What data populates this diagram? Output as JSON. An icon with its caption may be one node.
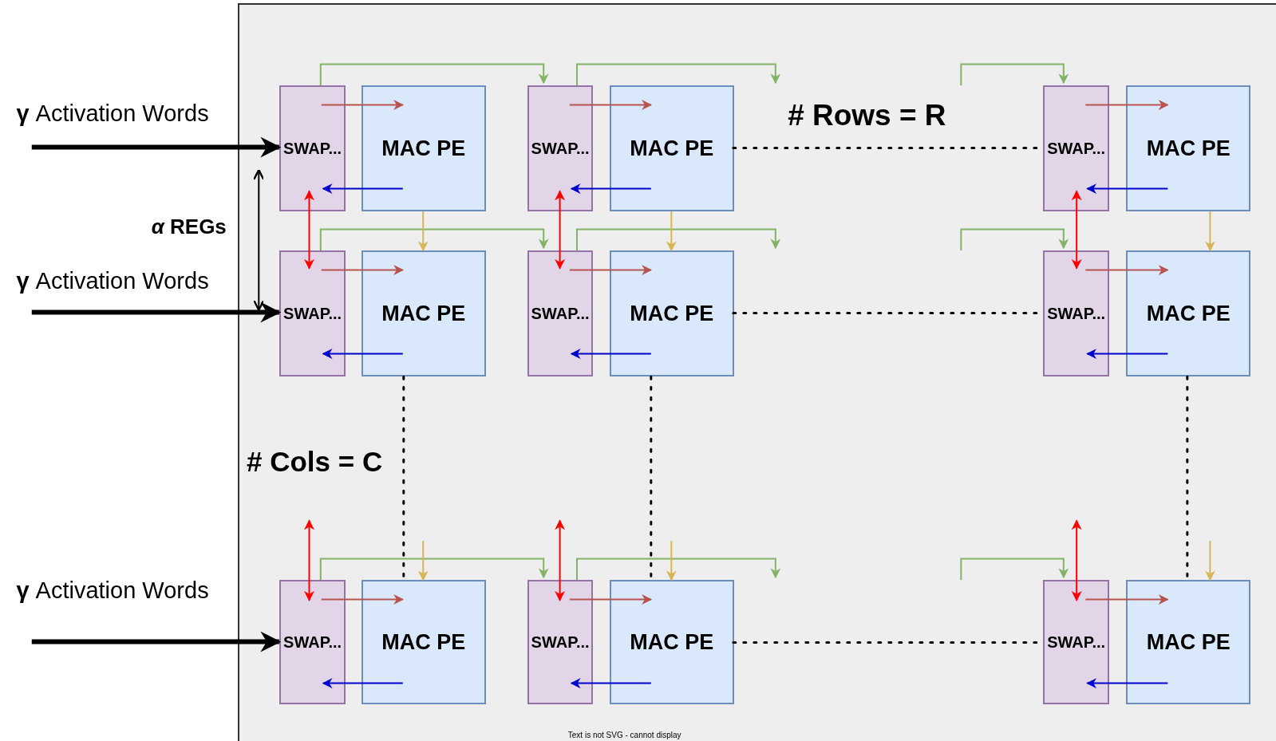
{
  "diagram": {
    "nodes": [
      {
        "text": [
          "SWAP..."
        ]
      },
      {
        "text": [
          "MAC PE"
        ]
      },
      {
        "text": [
          "SWAP..."
        ]
      },
      {
        "text": [
          "MAC PE"
        ]
      },
      {
        "text": [
          "SWAP..."
        ]
      },
      {
        "text": [
          "MAC PE"
        ]
      },
      {
        "text": [
          "SWAP..."
        ]
      },
      {
        "text": [
          "MAC PE"
        ]
      },
      {
        "text": [
          "SWAP..."
        ]
      },
      {
        "text": [
          "MAC PE"
        ]
      },
      {
        "text": [
          "SWAP..."
        ]
      },
      {
        "text": [
          "MAC PE"
        ]
      },
      {
        "text": [
          "SWAP..."
        ]
      },
      {
        "text": [
          "MAC PE"
        ]
      },
      {
        "text": [
          "SWAP..."
        ]
      },
      {
        "text": [
          "MAC PE"
        ]
      },
      {
        "text": [
          "SWAP..."
        ]
      },
      {
        "text": [
          "MAC PE"
        ]
      }
    ],
    "edges": [
      {
        "from": 0,
        "to": 1,
        "arrow": "to",
        "color": "#b85450"
      },
      {
        "from": 2,
        "to": 3,
        "arrow": "to",
        "color": "#b85450"
      },
      {
        "from": 4,
        "to": 5,
        "arrow": "to",
        "color": "#b85450"
      },
      {
        "from": 1,
        "to": 0,
        "arrow": "to",
        "color": "#0000cc"
      },
      {
        "from": 3,
        "to": 2,
        "arrow": "to",
        "color": "#0000cc"
      },
      {
        "from": 5,
        "to": 4,
        "arrow": "to",
        "color": "#0000cc"
      },
      {
        "from": 0,
        "to": 2,
        "arrow": "to",
        "color": "#82b366"
      },
      {
        "from": 2,
        "to": null,
        "arrow": "to",
        "color": "#82b366"
      },
      {
        "from": null,
        "to": 4,
        "arrow": "to",
        "color": "#82b366"
      },
      {
        "from": 3,
        "to": 4,
        "arrow": "none",
        "style": "dashed",
        "color": "#000000"
      },
      {
        "from": null,
        "to": 0,
        "arrow": "to",
        "style": "thick",
        "color": "#000000"
      },
      {
        "from": 6,
        "to": 7,
        "arrow": "to",
        "color": "#b85450"
      },
      {
        "from": 8,
        "to": 9,
        "arrow": "to",
        "color": "#b85450"
      },
      {
        "from": 10,
        "to": 11,
        "arrow": "to",
        "color": "#b85450"
      },
      {
        "from": 7,
        "to": 6,
        "arrow": "to",
        "color": "#0000cc"
      },
      {
        "from": 9,
        "to": 8,
        "arrow": "to",
        "color": "#0000cc"
      },
      {
        "from": 11,
        "to": 10,
        "arrow": "to",
        "color": "#0000cc"
      },
      {
        "from": 6,
        "to": 8,
        "arrow": "to",
        "color": "#82b366"
      },
      {
        "from": 8,
        "to": null,
        "arrow": "to",
        "color": "#82b366"
      },
      {
        "from": null,
        "to": 10,
        "arrow": "to",
        "color": "#82b366"
      },
      {
        "from": 9,
        "to": 10,
        "arrow": "none",
        "style": "dashed",
        "color": "#000000"
      },
      {
        "from": null,
        "to": 6,
        "arrow": "to",
        "style": "thick",
        "color": "#000000"
      },
      {
        "from": 12,
        "to": 13,
        "arrow": "to",
        "color": "#b85450"
      },
      {
        "from": 14,
        "to": 15,
        "arrow": "to",
        "color": "#b85450"
      },
      {
        "from": 16,
        "to": 17,
        "arrow": "to",
        "color": "#b85450"
      },
      {
        "from": 13,
        "to": 12,
        "arrow": "to",
        "color": "#0000cc"
      },
      {
        "from": 15,
        "to": 14,
        "arrow": "to",
        "color": "#0000cc"
      },
      {
        "from": 17,
        "to": 16,
        "arrow": "to",
        "color": "#0000cc"
      },
      {
        "from": 12,
        "to": 14,
        "arrow": "to",
        "color": "#82b366"
      },
      {
        "from": 14,
        "to": null,
        "arrow": "to",
        "color": "#82b366"
      },
      {
        "from": null,
        "to": 16,
        "arrow": "to",
        "color": "#82b366"
      },
      {
        "from": 15,
        "to": 16,
        "arrow": "none",
        "style": "dashed",
        "color": "#000000"
      },
      {
        "from": null,
        "to": 12,
        "arrow": "to",
        "style": "thick",
        "color": "#000000"
      },
      {
        "from": 1,
        "to": 7,
        "arrow": "to",
        "color": "#d6b656"
      },
      {
        "from": 3,
        "to": 9,
        "arrow": "to",
        "color": "#d6b656"
      },
      {
        "from": 5,
        "to": 11,
        "arrow": "to",
        "color": "#d6b656"
      },
      {
        "from": 0,
        "to": 6,
        "arrow": "both",
        "color": "#ff0000"
      },
      {
        "from": 2,
        "to": 8,
        "arrow": "both",
        "color": "#ff0000"
      },
      {
        "from": 4,
        "to": 10,
        "arrow": "both",
        "color": "#ff0000"
      },
      {
        "from": 7,
        "to": 13,
        "arrow": "none",
        "style": "dashed",
        "color": "#000000"
      },
      {
        "from": 9,
        "to": 15,
        "arrow": "none",
        "style": "dashed",
        "color": "#000000"
      },
      {
        "from": 11,
        "to": 17,
        "arrow": "none",
        "style": "dashed",
        "color": "#000000"
      },
      {
        "from": null,
        "to": 13,
        "arrow": "to",
        "color": "#d6b656"
      },
      {
        "from": null,
        "to": 15,
        "arrow": "to",
        "color": "#d6b656"
      },
      {
        "from": null,
        "to": 17,
        "arrow": "to",
        "color": "#d6b656"
      },
      {
        "from": null,
        "to": 12,
        "arrow": "both",
        "color": "#ff0000"
      },
      {
        "from": null,
        "to": 14,
        "arrow": "both",
        "color": "#ff0000"
      },
      {
        "from": null,
        "to": 16,
        "arrow": "both",
        "color": "#ff0000"
      }
    ],
    "labels": [
      "**γ** Activation Words",
      "# Rows = R",
      "*α* REGs",
      "**γ** Activation Words",
      "# Cols = C",
      "**γ** Activation Words",
      "Text is not SVG - cannot display"
    ]
  }
}
